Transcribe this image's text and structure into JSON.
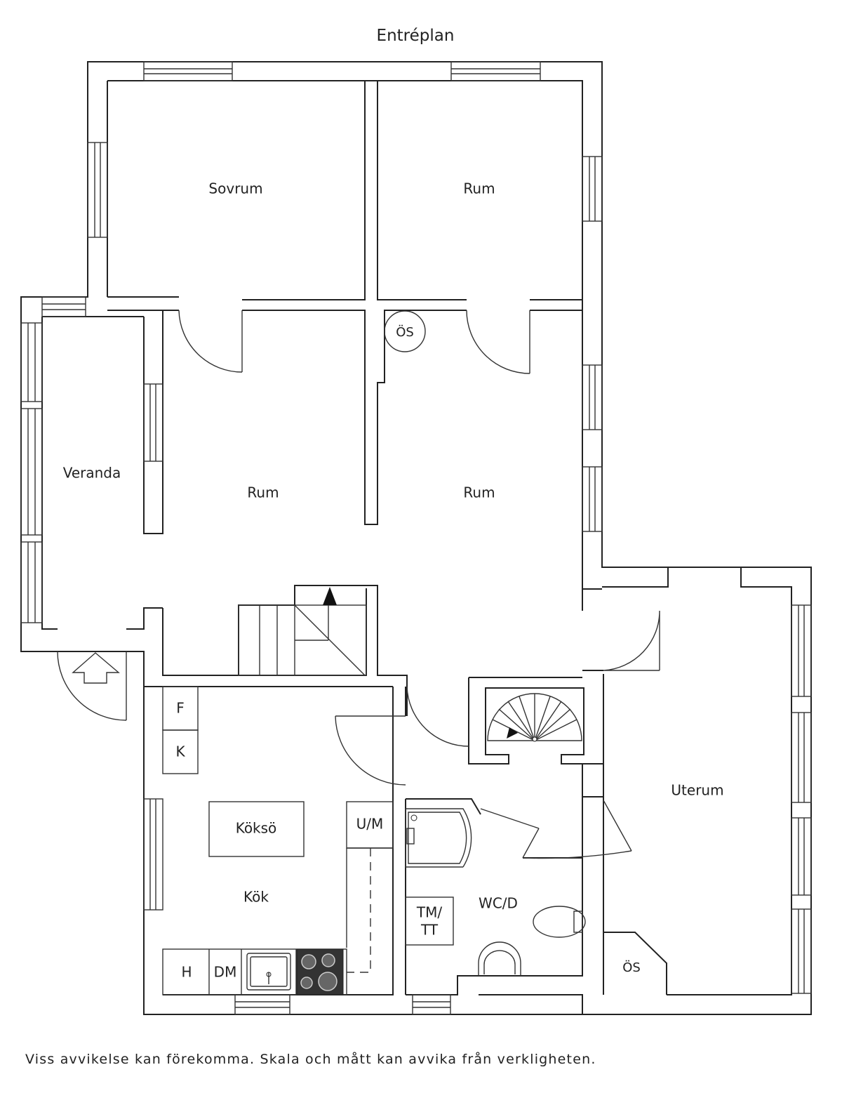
{
  "plan": {
    "title": "Entréplan",
    "rooms": {
      "sovrum": "Sovrum",
      "rum_top_right": "Rum",
      "veranda": "Veranda",
      "rum_mid_left": "Rum",
      "rum_mid_right": "Rum",
      "uterum": "Uterum",
      "kok": "Kök",
      "wc": "WC/D"
    },
    "fixtures": {
      "os_top": "ÖS",
      "os_bottom": "ÖS",
      "kokso": "Köksö",
      "f": "F",
      "k": "K",
      "um": "U/M",
      "h": "H",
      "dm": "DM",
      "tm_line1": "TM/",
      "tm_line2": "TT"
    }
  },
  "footer": {
    "disclaimer": "Viss avvikelse kan förekomma. Skala och mått kan avvika från verkligheten."
  }
}
